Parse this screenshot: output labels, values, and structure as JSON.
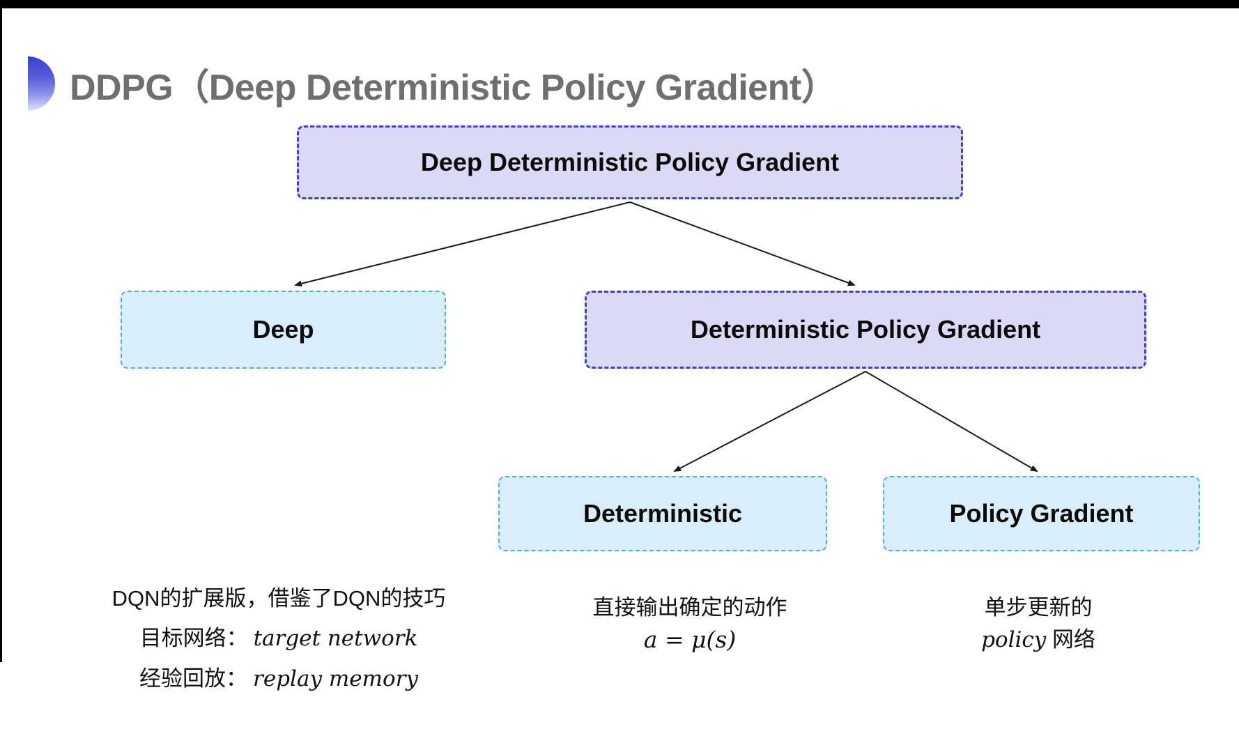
{
  "title": "DDPG（Deep Deterministic Policy Gradient）",
  "colors": {
    "purple_node_fill": "#dcd9f6",
    "purple_node_border": "#3e41cc",
    "cyan_node_fill": "#d9eefb",
    "cyan_node_border": "#54aedd",
    "title_gray": "#6f6f6f",
    "arrow_black": "#1a1a1a",
    "accent_bullet_blue": "#3c40ce",
    "frame_black": "#000000"
  },
  "tree": {
    "root": {
      "label": "Deep Deterministic Policy Gradient"
    },
    "deep": {
      "label": "Deep"
    },
    "dpg": {
      "label": "Deterministic Policy Gradient"
    },
    "deterministic": {
      "label": "Deterministic"
    },
    "policy_gradient": {
      "label": "Policy Gradient"
    }
  },
  "notes": {
    "deep": {
      "line1": "DQN的扩展版，借鉴了DQN的技巧",
      "target_zh": "目标网络：",
      "target_en": "target network",
      "replay_zh": "经验回放：",
      "replay_en": "replay memory"
    },
    "deterministic": {
      "line1": "直接输出确定的动作",
      "formula": "a = μ(s)"
    },
    "policy_gradient": {
      "line1": "单步更新的",
      "word_en": "policy",
      "word_zh": "网络"
    }
  }
}
